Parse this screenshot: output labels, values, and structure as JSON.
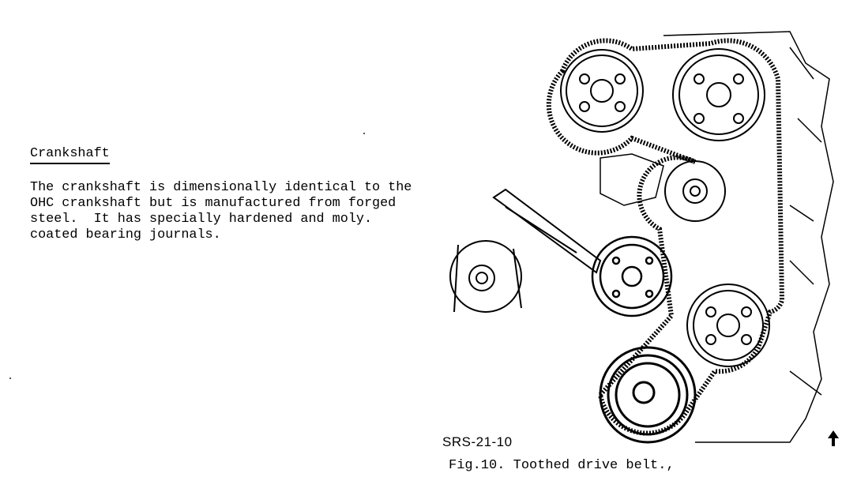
{
  "section": {
    "heading": "Crankshaft",
    "lines": [
      "The crankshaft is dimensionally identical to the",
      "OHC crankshaft but is manufactured from forged",
      "steel.  It has specially hardened and moly.",
      "coated bearing journals."
    ]
  },
  "figure": {
    "id_label": "SRS-21-10",
    "caption": "Fig.10. Toothed drive belt.,"
  }
}
